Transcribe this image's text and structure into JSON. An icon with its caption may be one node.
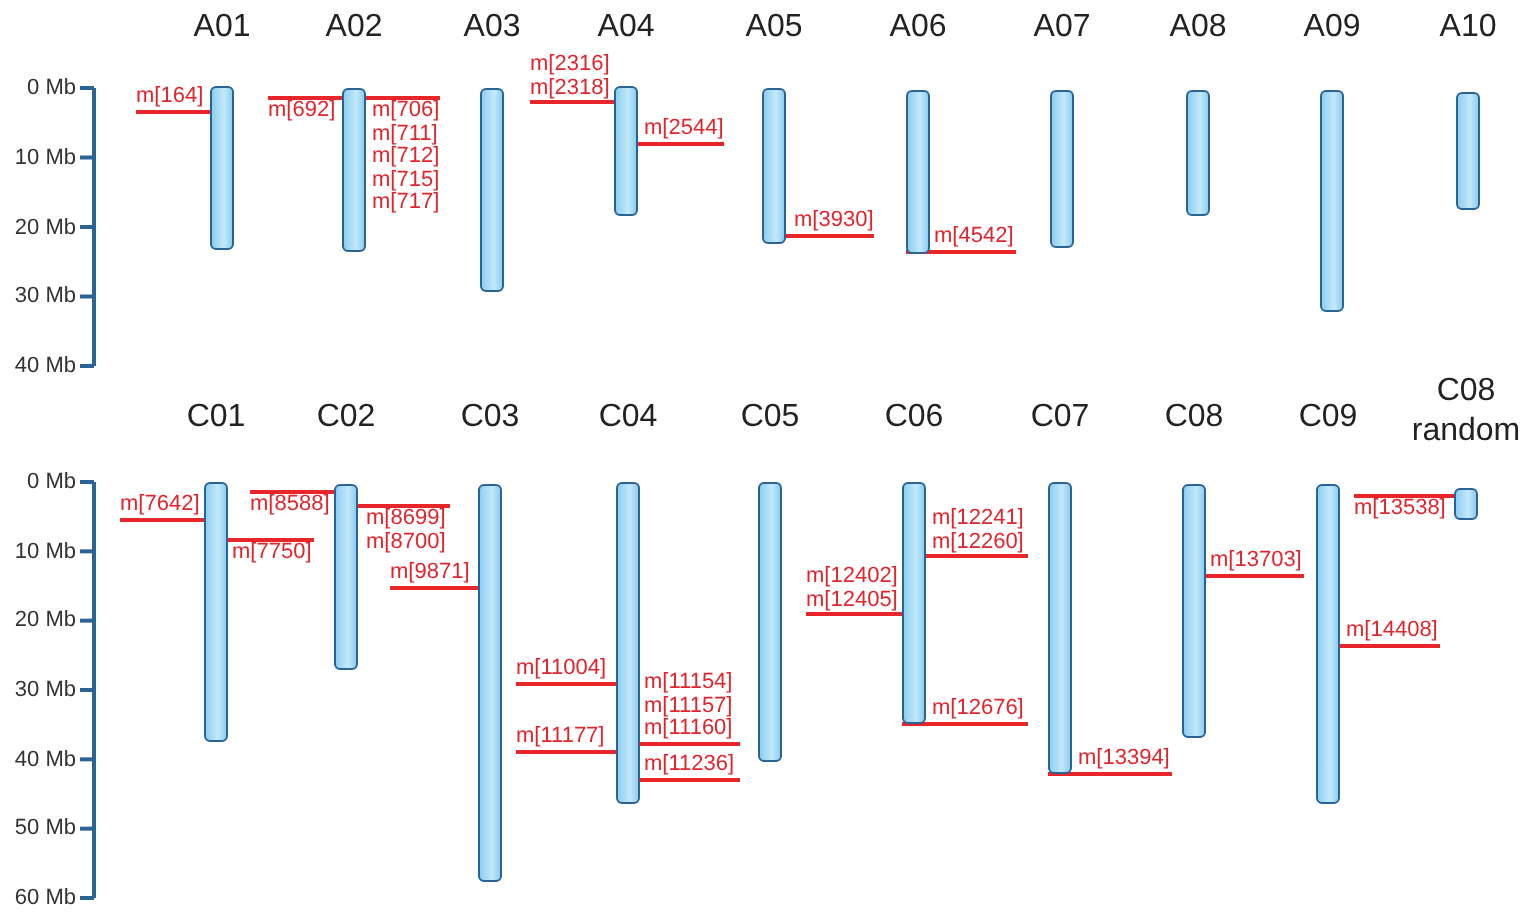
{
  "diagram": {
    "nodes": [
      {
        "text": [
          "A01"
        ]
      },
      {
        "text": [
          "A02"
        ]
      },
      {
        "text": [
          "A03"
        ]
      },
      {
        "text": [
          "A04"
        ]
      },
      {
        "text": [
          "A05"
        ]
      },
      {
        "text": [
          "A06"
        ]
      },
      {
        "text": [
          "A07"
        ]
      },
      {
        "text": [
          "A08"
        ]
      },
      {
        "text": [
          "A09"
        ]
      },
      {
        "text": [
          "A10"
        ]
      },
      {
        "text": [
          "m[164]"
        ]
      },
      {
        "text": [
          "m[692]"
        ]
      },
      {
        "text": [
          "m[706]",
          "m[711]",
          "m[712]",
          "m[715]",
          "m[717]"
        ]
      },
      {
        "text": [
          "m[2316]",
          "m[2318]"
        ]
      },
      {
        "text": [
          "m[2544]"
        ]
      },
      {
        "text": [
          "m[3930]"
        ]
      },
      {
        "text": [
          "m[4542]"
        ]
      },
      {
        "text": [
          "C01"
        ]
      },
      {
        "text": [
          "C02"
        ]
      },
      {
        "text": [
          "C03"
        ]
      },
      {
        "text": [
          "C04"
        ]
      },
      {
        "text": [
          "C05"
        ]
      },
      {
        "text": [
          "C06"
        ]
      },
      {
        "text": [
          "C07"
        ]
      },
      {
        "text": [
          "C08"
        ]
      },
      {
        "text": [
          "C09"
        ]
      },
      {
        "text": [
          "C08 random"
        ]
      },
      {
        "text": [
          "m[7642]"
        ]
      },
      {
        "text": [
          "m[7750]"
        ]
      },
      {
        "text": [
          "m[8588]"
        ]
      },
      {
        "text": [
          "m[8699]",
          "m[8700]"
        ]
      },
      {
        "text": [
          "m[9871]"
        ]
      },
      {
        "text": [
          "m[11004]"
        ]
      },
      {
        "text": [
          "m[11154]",
          "m[11157]",
          "m[11160]"
        ]
      },
      {
        "text": [
          "m[11177]"
        ]
      },
      {
        "text": [
          "m[11236]"
        ]
      },
      {
        "text": [
          "m[12241]",
          "m[12260]"
        ]
      },
      {
        "text": [
          "m[12402]",
          "m[12405]"
        ]
      },
      {
        "text": [
          "m[12676]"
        ]
      },
      {
        "text": [
          "m[13394]"
        ]
      },
      {
        "text": [
          "m[13703]"
        ]
      },
      {
        "text": [
          "m[14408]"
        ]
      },
      {
        "text": [
          "m[13538]"
        ]
      }
    ],
    "edges": [
      {
        "from": 10,
        "to": 0,
        "arrow": "none"
      },
      {
        "from": 11,
        "to": 1,
        "arrow": "none"
      },
      {
        "from": 12,
        "to": 1,
        "arrow": "none"
      },
      {
        "from": 13,
        "to": 3,
        "arrow": "none"
      },
      {
        "from": 14,
        "to": 3,
        "arrow": "none"
      },
      {
        "from": 15,
        "to": 4,
        "arrow": "none"
      },
      {
        "from": 16,
        "to": 5,
        "arrow": "none"
      },
      {
        "from": 27,
        "to": 17,
        "arrow": "none"
      },
      {
        "from": 28,
        "to": 17,
        "arrow": "none"
      },
      {
        "from": 29,
        "to": 18,
        "arrow": "none"
      },
      {
        "from": 30,
        "to": 18,
        "arrow": "none"
      },
      {
        "from": 31,
        "to": 19,
        "arrow": "none"
      },
      {
        "from": 32,
        "to": 20,
        "arrow": "none"
      },
      {
        "from": 33,
        "to": 20,
        "arrow": "none"
      },
      {
        "from": 34,
        "to": 20,
        "arrow": "none"
      },
      {
        "from": 35,
        "to": 20,
        "arrow": "none"
      },
      {
        "from": 36,
        "to": 22,
        "arrow": "none"
      },
      {
        "from": 37,
        "to": 22,
        "arrow": "none"
      },
      {
        "from": 38,
        "to": 22,
        "arrow": "none"
      },
      {
        "from": 39,
        "to": 23,
        "arrow": "none"
      },
      {
        "from": 40,
        "to": 24,
        "arrow": "none"
      },
      {
        "from": 41,
        "to": 25,
        "arrow": "none"
      },
      {
        "from": 42,
        "to": 26,
        "arrow": "none"
      }
    ],
    "labels": [
      "0 Mb",
      "10 Mb",
      "20 Mb",
      "30 Mb",
      "40 Mb",
      "0 Mb",
      "10 Mb",
      "20 Mb",
      "30 Mb",
      "40 Mb",
      "50 Mb",
      "60 Mb"
    ]
  }
}
